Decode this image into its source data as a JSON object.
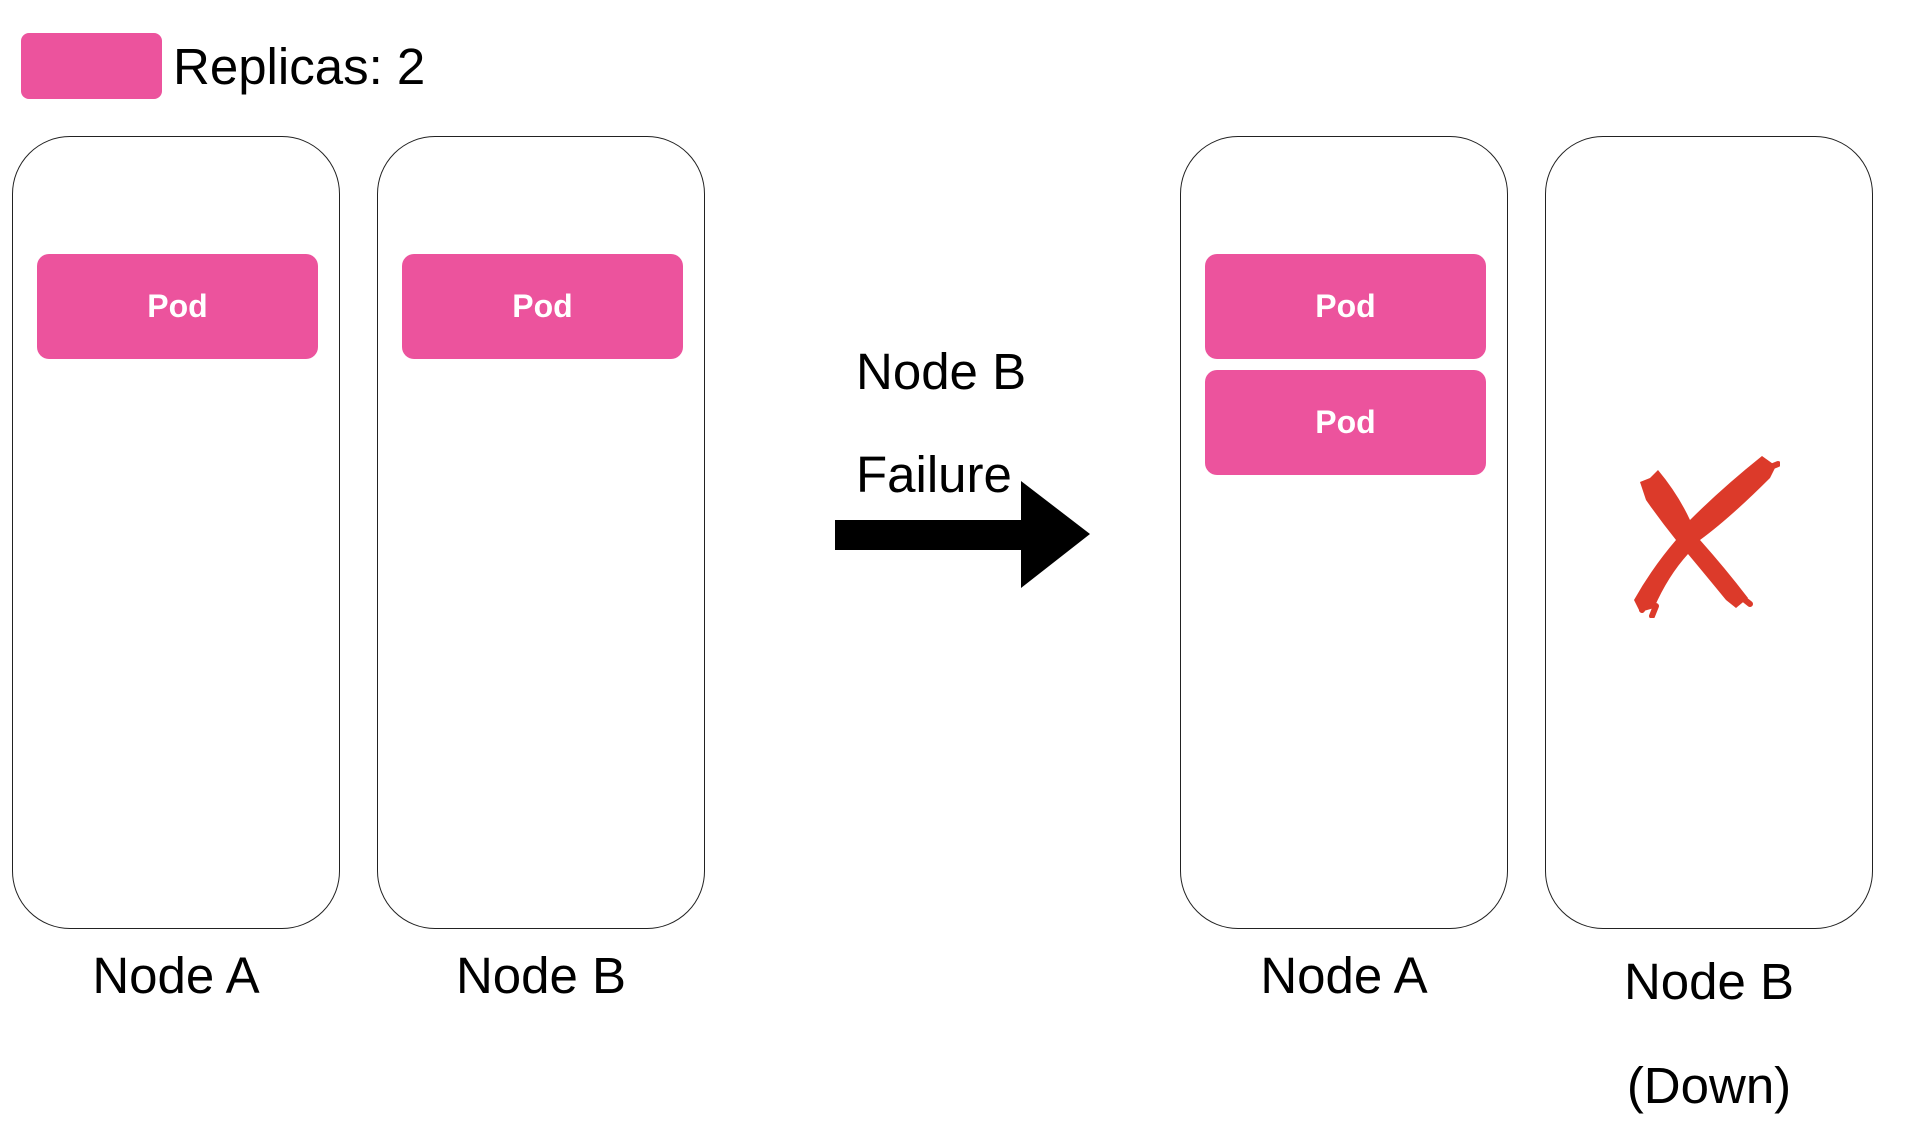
{
  "legend": {
    "label": "Replicas: 2",
    "swatch_color": "#EC539D"
  },
  "before": {
    "nodes": [
      {
        "label": "Node A",
        "pods": [
          "Pod"
        ]
      },
      {
        "label": "Node B",
        "pods": [
          "Pod"
        ]
      }
    ]
  },
  "transition": {
    "title": "Node B",
    "subtitle": "Failure",
    "icon": "right-arrow-icon"
  },
  "after": {
    "nodes": [
      {
        "label": "Node A",
        "pods": [
          "Pod",
          "Pod"
        ]
      },
      {
        "label": "Node B",
        "status": "(Down)",
        "icon": "red-x-icon"
      }
    ]
  },
  "colors": {
    "pod": "#EC539D",
    "failure_mark": "#DC3A2A",
    "arrow": "#000000"
  }
}
